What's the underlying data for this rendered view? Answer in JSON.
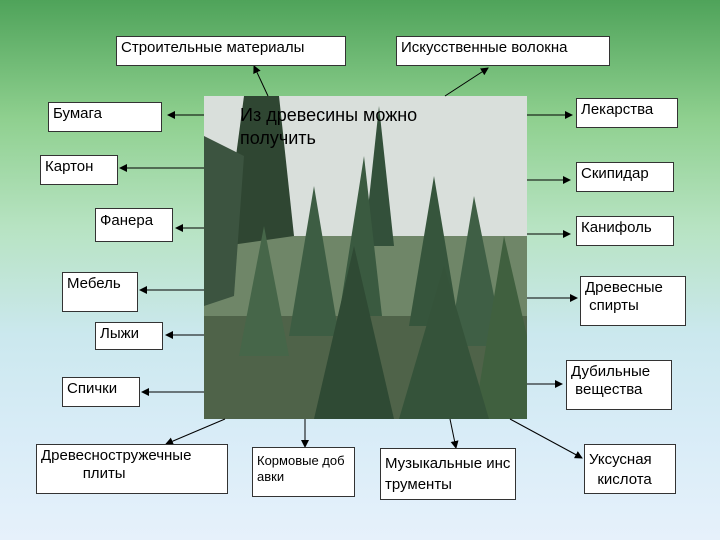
{
  "center": {
    "caption": "Из древесины можно получить",
    "image_description": "forest-photo"
  },
  "left": {
    "stroy": "Строительные материалы",
    "bumaga": "Бумага",
    "karton": "Картон",
    "fanera": "Фанера",
    "mebel": "Мебель",
    "lyzhi": "Лыжи",
    "spichki": "Спички",
    "dsp": "Древесностружечные\n          плиты"
  },
  "bottom": {
    "korm": "Кормовые добавки",
    "muzyka": "Музыкальные инструменты",
    "uksus": "Уксусная\n  кислота"
  },
  "right": {
    "volokna": "Искусственные волокна",
    "lekarstva": "Лекарства",
    "skipidar": "Скипидар",
    "kanifol": "Канифоль",
    "spirty": "Древесные\n спирты",
    "dubilnye": "Дубильные\n вещества"
  },
  "colors": {
    "background_top": "#4fa35a",
    "background_bottom": "#e6f1fb",
    "box_fill": "#ffffff",
    "box_border": "#333333",
    "arrow": "#000000"
  }
}
